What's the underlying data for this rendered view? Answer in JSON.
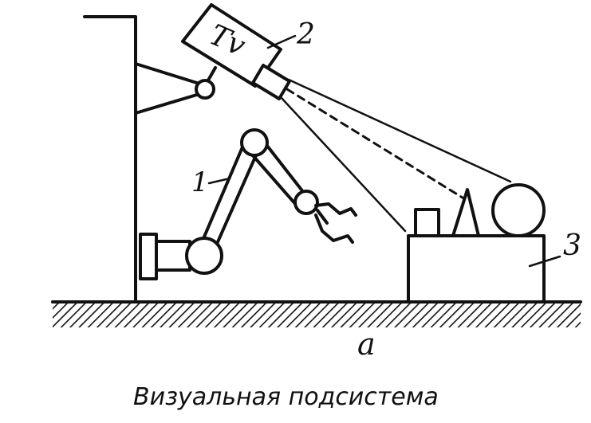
{
  "figure": {
    "labels": {
      "robot_arm": "1",
      "camera": "2",
      "work_table": "3"
    },
    "camera_text": "Tv",
    "subfigure_letter": "a",
    "caption": "Визуальная подсистема"
  }
}
